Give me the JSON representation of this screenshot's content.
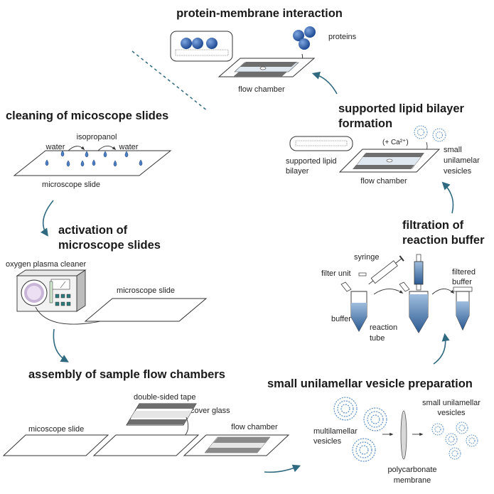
{
  "titles": {
    "protein": "protein-membrane interaction",
    "cleaning": "cleaning of micoscope slides",
    "activation_1": "activation of",
    "activation_2": "microscope slides",
    "assembly": "assembly of sample flow chambers",
    "suv": "small unilamellar vesicle preparation",
    "filtration_1": "filtration of",
    "filtration_2": "reaction buffer",
    "slb_1": "supported lipid bilayer",
    "slb_2": "formation"
  },
  "labels": {
    "proteins": "proteins",
    "flow_chamber_top": "flow chamber",
    "isopropanol": "isopropanol",
    "water_left": "water",
    "water_right": "water",
    "microscope_slide_1": "microscope slide",
    "oxygen_plasma": "oxygen plasma cleaner",
    "microscope_slide_2": "microscope slide",
    "double_sided_tape": "double-sided tape",
    "cover_glass": "cover glass",
    "flow_chamber_bottom": "flow chamber",
    "micoscope_slide": "micoscope slide",
    "multilamellar_1": "multilamellar",
    "multilamellar_2": "vesicles",
    "small_unilamellar_a1": "small unilamellar",
    "small_unilamellar_a2": "vesicles",
    "polycarbonate_1": "polycarbonate",
    "polycarbonate_2": "membrane",
    "syringe": "syringe",
    "filter_unit": "filter unit",
    "buffer": "buffer",
    "reaction_1": "reaction",
    "reaction_2": "tube",
    "filtered_1": "filtered",
    "filtered_2": "buffer",
    "ca": "(+ Ca²⁺)",
    "small_1": "small",
    "small_2": "unilamelar",
    "small_3": "vesicles",
    "slb_label_1": "supported lipid",
    "slb_label_2": "bilayer",
    "flow_chamber_mid": "flow chamber"
  },
  "colors": {
    "arrow": "#2f6a80",
    "blue": "#2f5ea8",
    "dark_gray": "#707070",
    "mid_gray": "#a8a8a8",
    "light_gray": "#d4d4d4",
    "vesicle_blue": "#5b8fc4"
  }
}
